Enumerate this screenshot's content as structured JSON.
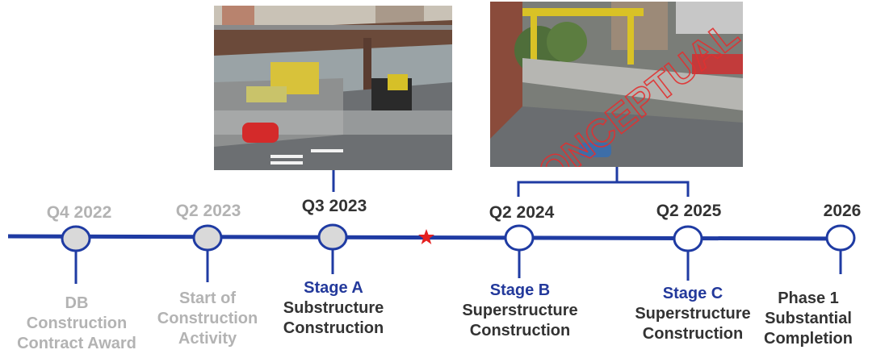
{
  "milestones": [
    {
      "date": "Q4 2022",
      "status": "past",
      "lines": [
        "DB",
        "Construction",
        "Contract Award"
      ]
    },
    {
      "date": "Q2 2023",
      "status": "past",
      "lines": [
        "Start of",
        "Construction",
        "Activity"
      ]
    },
    {
      "date": "Q3 2023",
      "status": "current",
      "stage": "Stage A",
      "lines": [
        "Substructure",
        "Construction"
      ]
    },
    {
      "date": "Q2 2024",
      "status": "future",
      "stage": "Stage B",
      "lines": [
        "Superstructure",
        "Construction"
      ]
    },
    {
      "date": "Q2 2025",
      "status": "future",
      "stage": "Stage C",
      "lines": [
        "Superstructure",
        "Construction"
      ]
    },
    {
      "date": "2026",
      "status": "future",
      "lines": [
        "Phase 1",
        "Substantial",
        "Completion"
      ]
    }
  ],
  "photos": {
    "stage_a_image": "construction-site-photo",
    "stage_bc_image": "conceptual-rendering",
    "watermark": "CONCEPTUAL"
  },
  "today_marker": "star-icon",
  "colors": {
    "timeline": "#1f3ba3",
    "stage_text": "#23399b",
    "past_text": "#b3b3b3",
    "past_node_fill": "#d9d9d9",
    "star": "#e52020"
  }
}
